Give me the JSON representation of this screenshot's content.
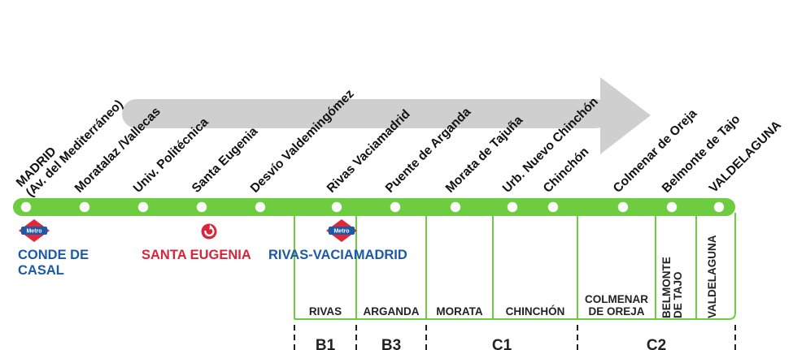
{
  "colors": {
    "line_green": "#6dcc3f",
    "arrow_grey": "#cfcfcf",
    "metro_blue": "#1c5aa8",
    "metro_red": "#e3263a",
    "renfe_red": "#d9253a",
    "text_dark": "#111111"
  },
  "stops": [
    {
      "label": "MADRID\n(Av. del Mediterráneo)"
    },
    {
      "label": "Moratalaz /Vallecas"
    },
    {
      "label": "Univ. Politécnica"
    },
    {
      "label": "Santa Eugenia"
    },
    {
      "label": "Desvío Valdemingómez"
    },
    {
      "label": "Rivas Vaciamadrid"
    },
    {
      "label": "Puente de Arganda"
    },
    {
      "label": "Morata de Tajuña"
    },
    {
      "label": "Urb. Nuevo Chinchón"
    },
    {
      "label": "Chinchón"
    },
    {
      "label": "Colmenar de Oreja"
    },
    {
      "label": "Belmonte de Tajo"
    },
    {
      "label": "VALDELAGUNA"
    }
  ],
  "connections": [
    {
      "type": "metro",
      "icon": "metro-logo-icon",
      "badge": "Metro",
      "name": "CONDE DE\nCASAL",
      "color": "#1c5aa8"
    },
    {
      "type": "cercanias",
      "icon": "cercanias-logo-icon",
      "name": "SANTA EUGENIA",
      "color": "#d9253a"
    },
    {
      "type": "metro",
      "icon": "metro-logo-icon",
      "badge": "Metro",
      "name": "RIVAS-VACIAMADRID",
      "color": "#1c5aa8"
    }
  ],
  "towns": [
    {
      "name": "RIVAS"
    },
    {
      "name": "ARGANDA"
    },
    {
      "name": "MORATA"
    },
    {
      "name": "CHINCHÓN"
    },
    {
      "name": "COLMENAR\nDE OREJA"
    },
    {
      "name": "BELMONTE\nDE TAJO",
      "vertical": true
    },
    {
      "name": "VALDELAGUNA",
      "vertical": true
    }
  ],
  "zones": [
    {
      "code": "B1"
    },
    {
      "code": "B3"
    },
    {
      "code": "C1"
    },
    {
      "code": "C2"
    }
  ],
  "direction_arrow": {
    "icon": "direction-arrow-icon"
  }
}
